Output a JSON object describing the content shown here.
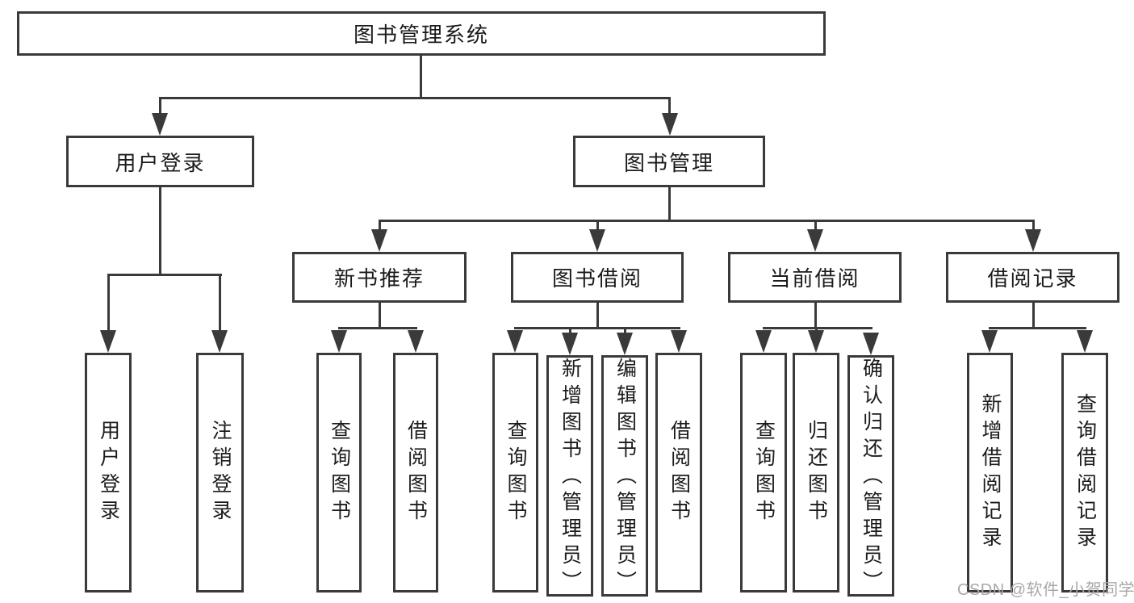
{
  "colors": {
    "background": "#ffffff",
    "line": "#3a3a3a",
    "box_border": "#3a3a3a",
    "text": "#1b1b1b",
    "watermark": "#a8a8a8"
  },
  "tree": {
    "type": "hierarchy-diagram",
    "root": {
      "label": "图书管理系统"
    },
    "branches": [
      {
        "label": "用户登录",
        "children": [
          {
            "label": "用户登录"
          },
          {
            "label": "注销登录"
          }
        ]
      },
      {
        "label": "图书管理",
        "children": [
          {
            "label": "新书推荐",
            "children": [
              {
                "label": "查询图书"
              },
              {
                "label": "借阅图书"
              }
            ]
          },
          {
            "label": "图书借阅",
            "children": [
              {
                "label": "查询图书"
              },
              {
                "label": "新增图书（管理员）"
              },
              {
                "label": "编辑图书（管理员）"
              },
              {
                "label": "借阅图书"
              }
            ]
          },
          {
            "label": "当前借阅",
            "children": [
              {
                "label": "查询图书"
              },
              {
                "label": "归还图书"
              },
              {
                "label": "确认归还（管理员）"
              }
            ]
          },
          {
            "label": "借阅记录",
            "children": [
              {
                "label": "新增借阅记录"
              },
              {
                "label": "查询借阅记录"
              }
            ]
          }
        ]
      }
    ]
  },
  "watermark": {
    "text": "CSDN @软件_小贺同学"
  }
}
